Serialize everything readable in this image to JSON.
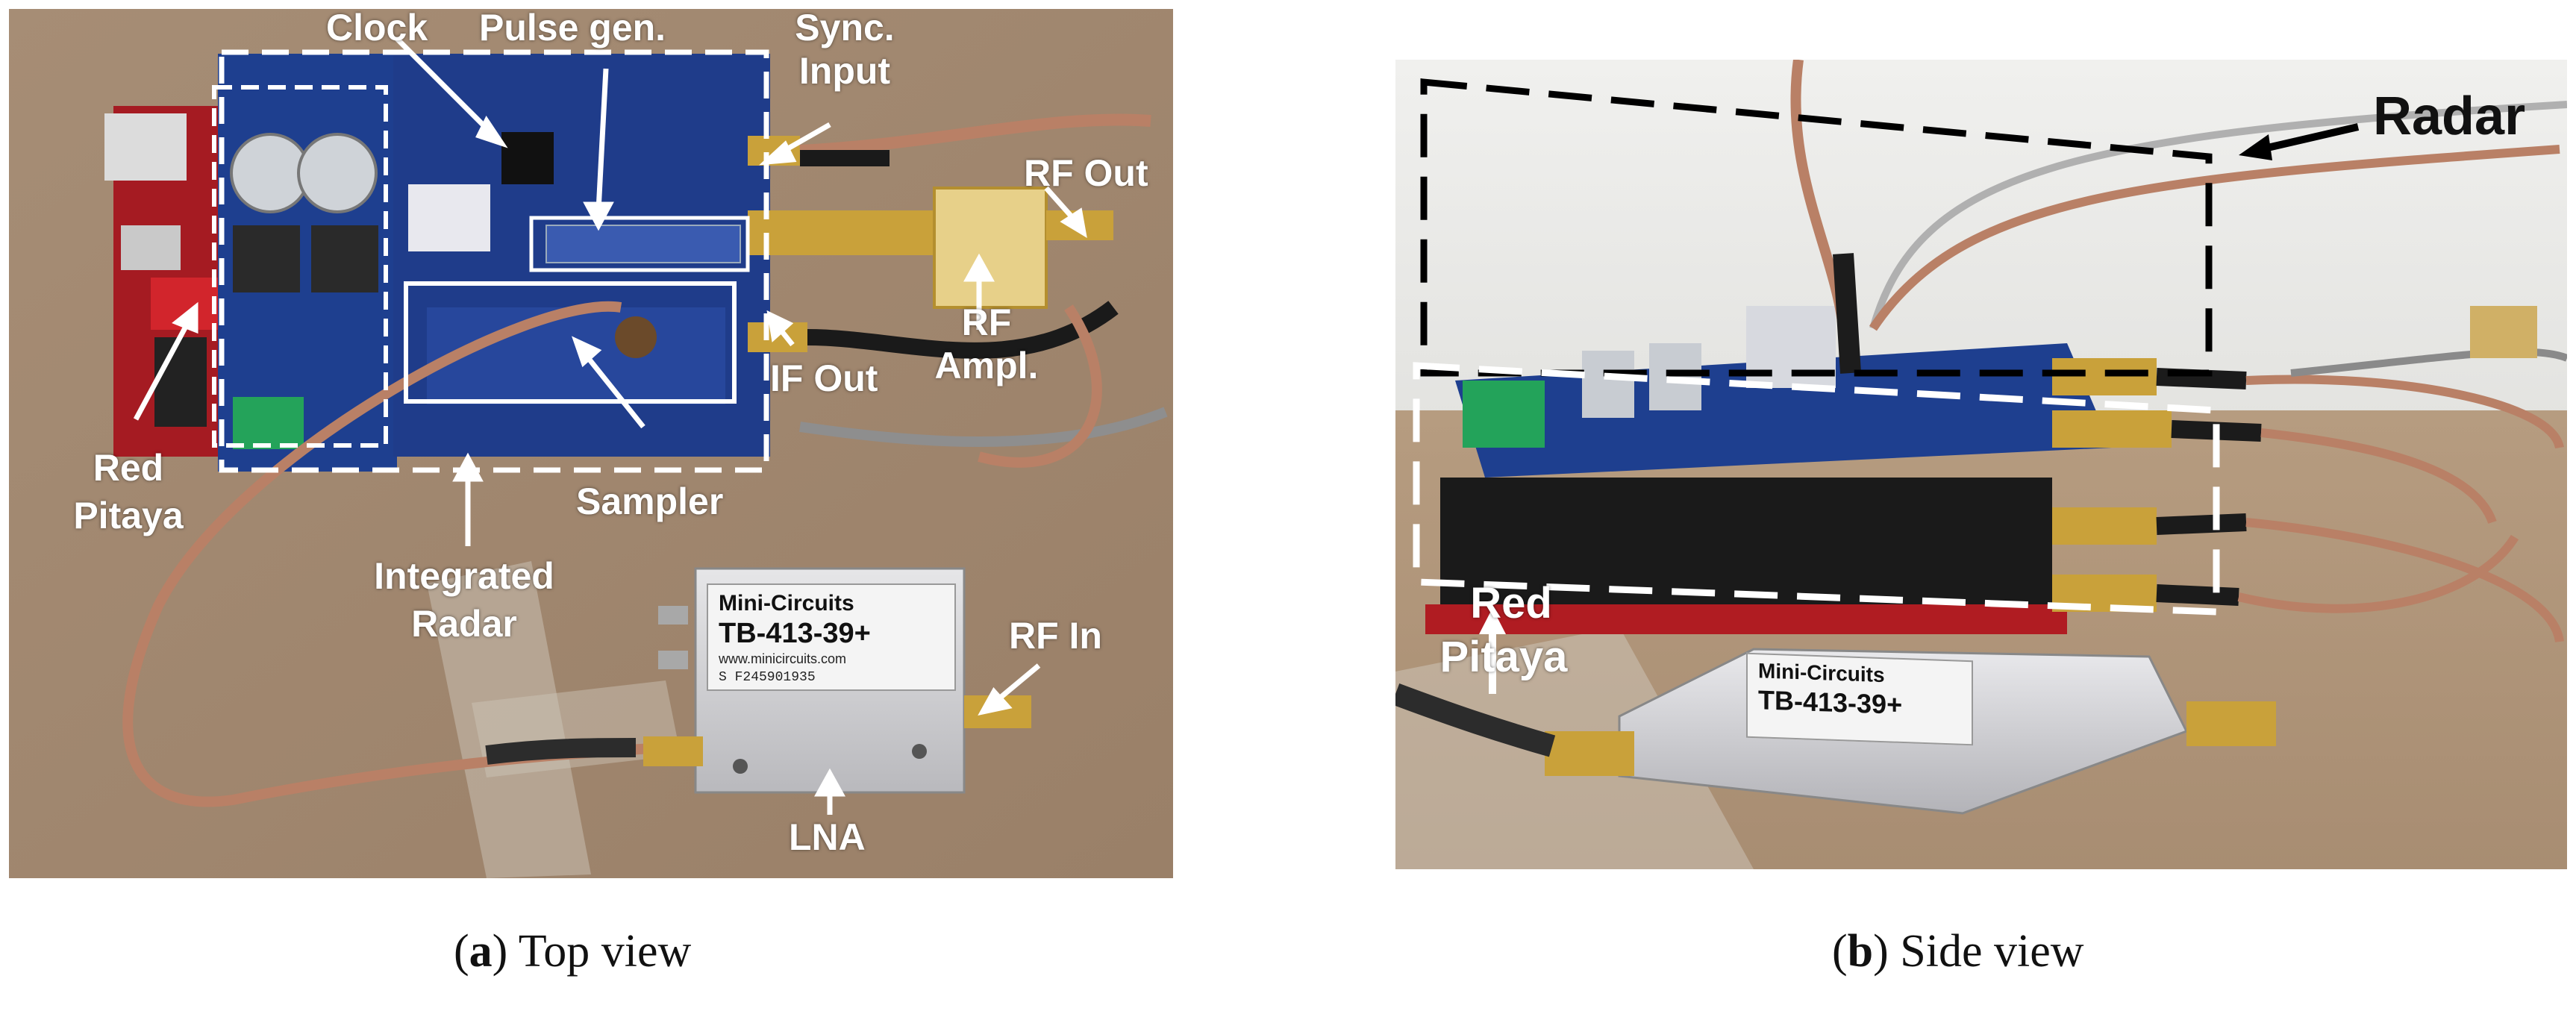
{
  "panel_a": {
    "labels": {
      "clock": "Clock",
      "pulse_gen": "Pulse gen.",
      "sync_input_line1": "Sync.",
      "sync_input_line2": "Input",
      "rf_out": "RF Out",
      "rf_ampl_line1": "RF",
      "rf_ampl_line2": "Ampl.",
      "if_out": "IF Out",
      "red_pitaya_line1": "Red",
      "red_pitaya_line2": "Pitaya",
      "sampler": "Sampler",
      "integrated_radar_line1": "Integrated",
      "integrated_radar_line2": "Radar",
      "rf_in": "RF In",
      "lna": "LNA"
    },
    "device": {
      "brand": "Mini-Circuits",
      "model": "TB-413-39+",
      "website": "www.minicircuits.com",
      "serial": "S F245901935"
    },
    "caption_letter": "a",
    "caption_text": "Top view"
  },
  "panel_b": {
    "labels": {
      "radar": "Radar",
      "red_pitaya_line1": "Red",
      "red_pitaya_line2": "Pitaya"
    },
    "device": {
      "brand": "Mini-Circuits",
      "model": "TB-413-39+"
    },
    "caption_letter": "b",
    "caption_text": "Side view"
  },
  "colors": {
    "pcb_blue": "#1e3f8f",
    "pcb_red": "#b01c22",
    "gold": "#c9a13a",
    "cable": "#b98066",
    "aluminium": "#d4d4d6",
    "dashed_white": "#ffffff",
    "dashed_black": "#000000"
  }
}
